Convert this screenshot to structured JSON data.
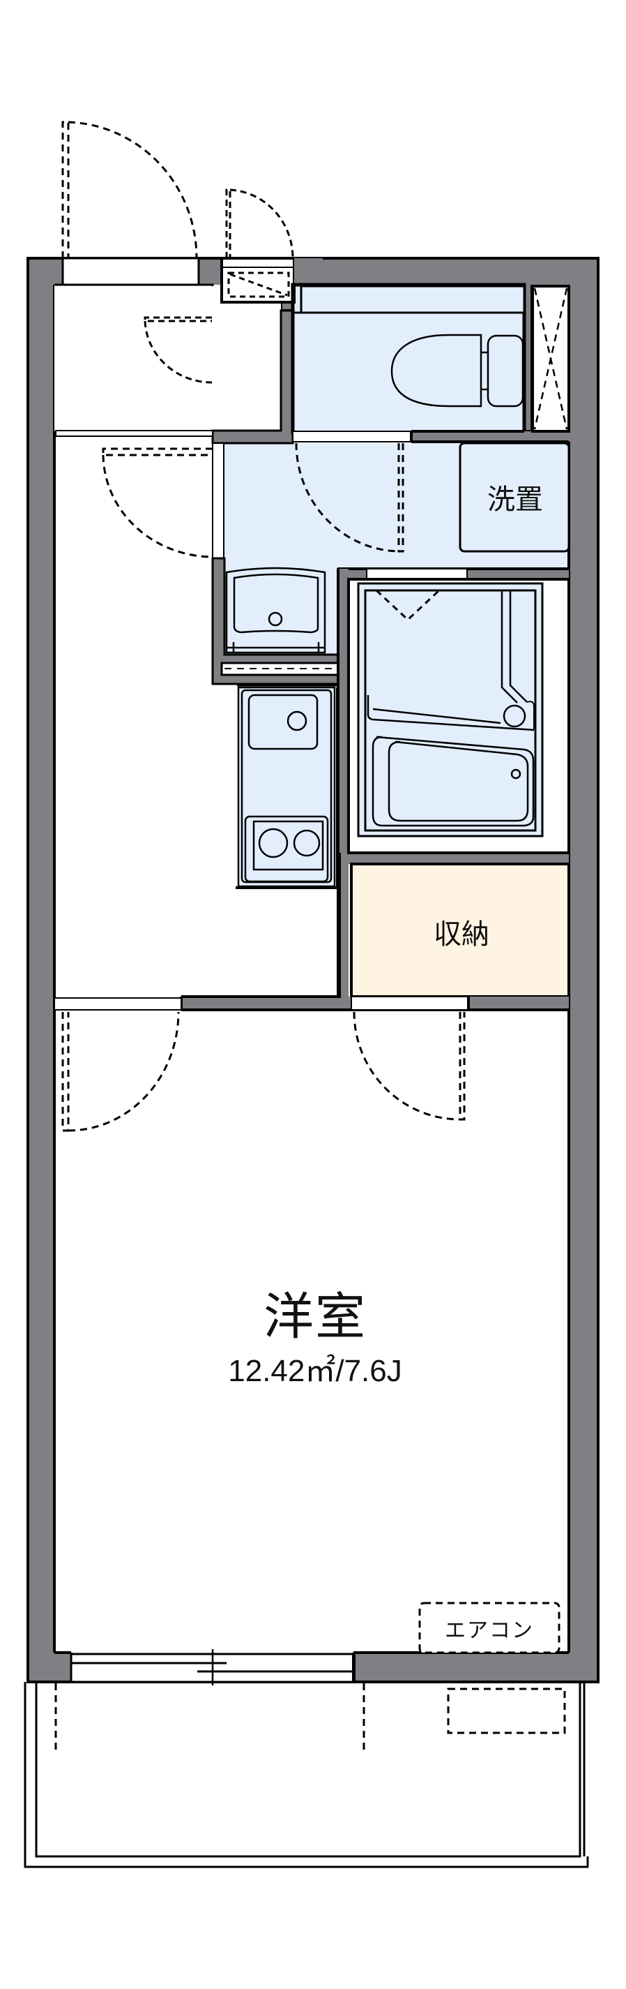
{
  "floorplan": {
    "title": "1K floor plan",
    "colors": {
      "wall": "#7f7f84",
      "outline": "#000000",
      "wet_area": "#e3eefc",
      "storage": "#fff4e2",
      "floor": "#ffffff"
    },
    "rooms": {
      "western_room": {
        "label": "洋室",
        "area": "12.42㎡/7.6J"
      },
      "washroom": {
        "label": "洗置"
      },
      "storage": {
        "label": "収納"
      },
      "air_conditioner": {
        "label": "エアコン"
      }
    },
    "fixtures": [
      "entrance-door",
      "meter-box",
      "shoe-cabinet",
      "toilet",
      "ventilation-shaft",
      "washing-machine-space",
      "vanity-basin",
      "unit-bath",
      "bathtub",
      "kitchen-sink",
      "two-burner-stove",
      "sliding-window",
      "balcony",
      "outdoor-ac-unit"
    ]
  }
}
